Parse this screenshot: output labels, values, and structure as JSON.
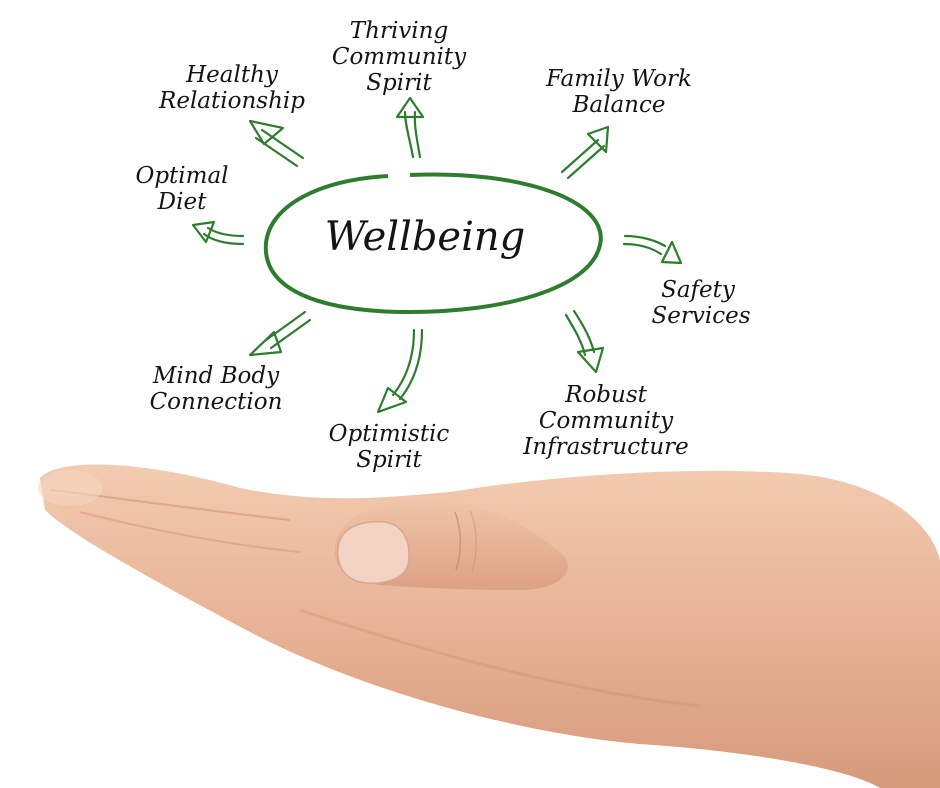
{
  "center": {
    "label": "Wellbeing"
  },
  "colors": {
    "accent": "#2e7d2e",
    "skin": "#e9b99a",
    "text": "#141414"
  },
  "nodes": [
    {
      "id": "healthy-relationship",
      "lines": [
        "Healthy",
        "Relationship"
      ]
    },
    {
      "id": "thriving-community-spirit",
      "lines": [
        "Thriving",
        "Community",
        "Spirit"
      ]
    },
    {
      "id": "family-work-balance",
      "lines": [
        "Family Work",
        "Balance"
      ]
    },
    {
      "id": "optimal-diet",
      "lines": [
        "Optimal",
        "Diet"
      ]
    },
    {
      "id": "safety-services",
      "lines": [
        "Safety",
        "Services"
      ]
    },
    {
      "id": "mind-body-connection",
      "lines": [
        "Mind Body",
        "Connection"
      ]
    },
    {
      "id": "optimistic-spirit",
      "lines": [
        "Optimistic",
        "Spirit"
      ]
    },
    {
      "id": "robust-community-infrastructure",
      "lines": [
        "Robust",
        "Community",
        "Infrastructure"
      ]
    }
  ]
}
